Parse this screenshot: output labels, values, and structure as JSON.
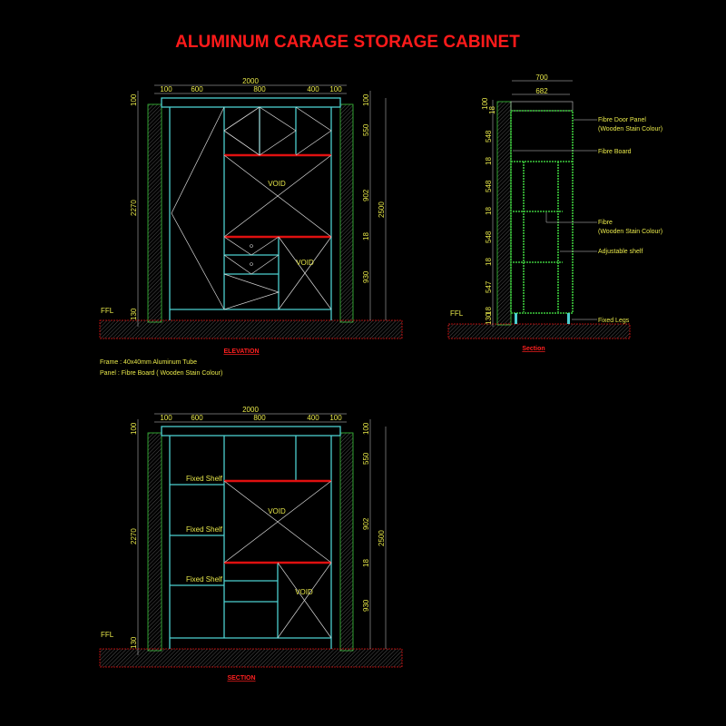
{
  "title": "ALUMINUM CARAGE STORAGE CABINET",
  "elevation": {
    "caption": "ELEVATION",
    "top_dims": {
      "overall": "2000",
      "d1": "100",
      "d2": "600",
      "d3": "800",
      "d4": "400",
      "d5": "100"
    },
    "left_dims": {
      "top": "100",
      "height": "2270",
      "base": "130"
    },
    "right_dims": {
      "top": "100",
      "d1": "550",
      "d2": "902",
      "d3": "18",
      "d4": "930",
      "overall": "2500"
    },
    "void_labels": [
      "VOID",
      "VOID"
    ],
    "ffl": "FFL",
    "notes": [
      "Frame : 40x40mm Aluminum Tube",
      "Panel : Fibre Board ( Wooden Stain Colour)"
    ]
  },
  "side_section": {
    "caption": "Section",
    "top_dims": {
      "overall": "700",
      "inner": "682"
    },
    "left_dims": [
      "100",
      "18",
      "548",
      "18",
      "548",
      "18",
      "548",
      "18",
      "547",
      "18",
      "130"
    ],
    "ffl": "FFL",
    "labels": {
      "door_panel_1": "Fibre Door Panel",
      "door_panel_2": "(Wooden Stain Colour)",
      "fibre_board": "Fibre Board",
      "fibre_1": "Fibre",
      "fibre_2": "(Wooden Stain Colour)",
      "adjustable_shelf": "Adjustable shelf",
      "fixed_legs": "Fixed Legs"
    }
  },
  "section": {
    "caption": "SECTION",
    "top_dims": {
      "overall": "2000",
      "d1": "100",
      "d2": "600",
      "d3": "800",
      "d4": "400",
      "d5": "100"
    },
    "left_dims": {
      "top": "100",
      "height": "2270",
      "base": "130"
    },
    "right_dims": {
      "top": "100",
      "d1": "550",
      "d2": "902",
      "d3": "18",
      "d4": "930",
      "overall": "2500"
    },
    "shelf_labels": [
      "Fixed Shelf",
      "Fixed Shelf",
      "Fixed Shelf"
    ],
    "void_labels": [
      "VOID",
      "VOID"
    ],
    "ffl": "FFL"
  }
}
